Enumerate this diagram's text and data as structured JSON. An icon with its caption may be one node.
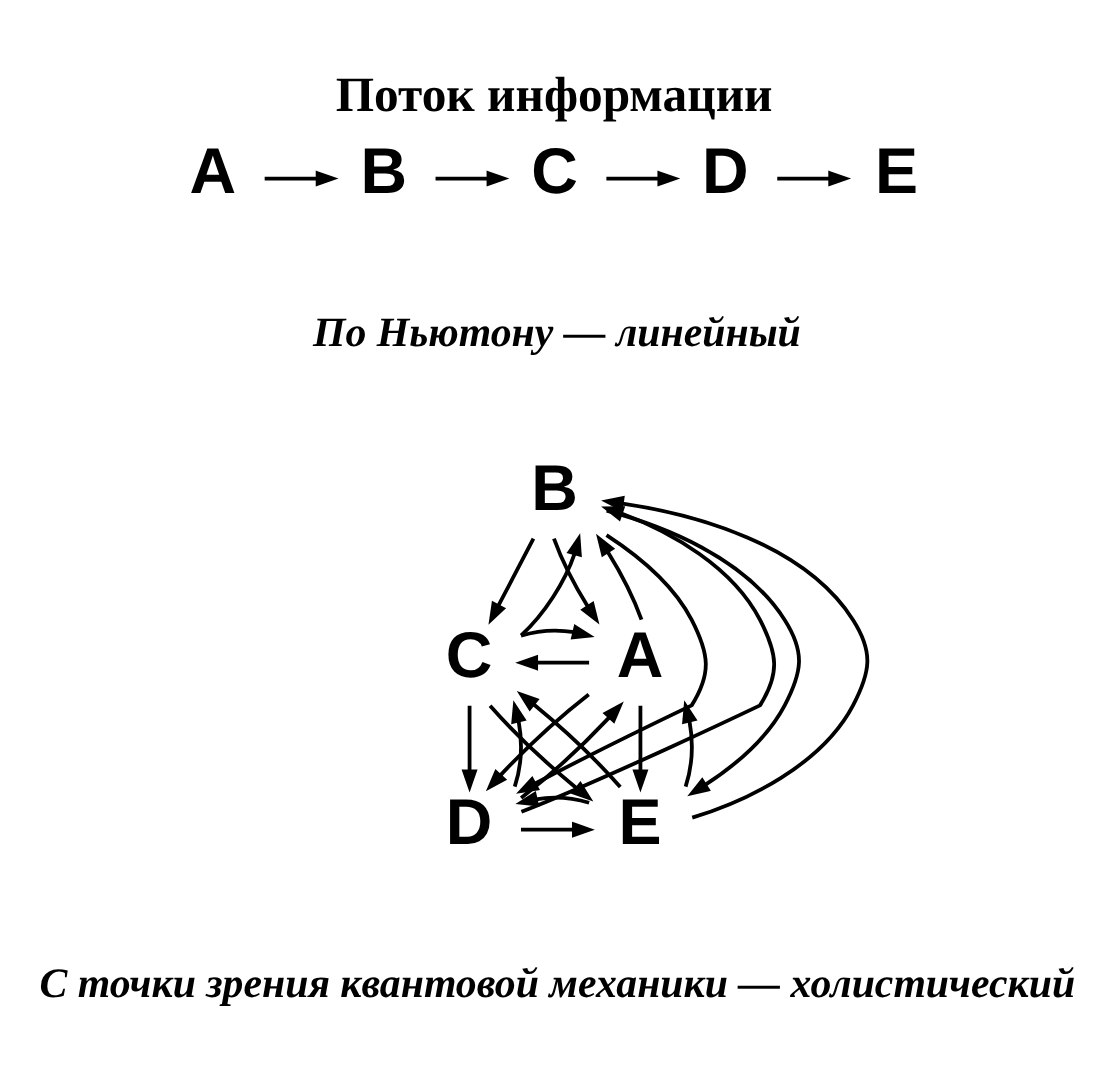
{
  "diagram": {
    "title": "Поток информации",
    "nodes": [
      {
        "text": [
          "A"
        ]
      },
      {
        "text": [
          "B"
        ]
      },
      {
        "text": [
          "C"
        ]
      },
      {
        "text": [
          "D"
        ]
      },
      {
        "text": [
          "E"
        ]
      },
      {
        "text": [
          "A"
        ]
      },
      {
        "text": [
          "B"
        ]
      },
      {
        "text": [
          "C"
        ]
      },
      {
        "text": [
          "D"
        ]
      },
      {
        "text": [
          "E"
        ]
      }
    ],
    "edges": [
      {
        "from": 0,
        "to": 1,
        "arrow": "to"
      },
      {
        "from": 1,
        "to": 2,
        "arrow": "to"
      },
      {
        "from": 2,
        "to": 3,
        "arrow": "to"
      },
      {
        "from": 3,
        "to": 4,
        "arrow": "to"
      },
      {
        "from": 5,
        "to": 6,
        "arrow": "to"
      },
      {
        "from": 6,
        "to": 5,
        "arrow": "to"
      },
      {
        "from": 5,
        "to": 7,
        "arrow": "to"
      },
      {
        "from": 7,
        "to": 5,
        "arrow": "to"
      },
      {
        "from": 5,
        "to": 8,
        "arrow": "to"
      },
      {
        "from": 8,
        "to": 5,
        "arrow": "to"
      },
      {
        "from": 5,
        "to": 9,
        "arrow": "to"
      },
      {
        "from": 9,
        "to": 5,
        "arrow": "to"
      },
      {
        "from": 6,
        "to": 7,
        "arrow": "to"
      },
      {
        "from": 7,
        "to": 6,
        "arrow": "to"
      },
      {
        "from": 6,
        "to": 8,
        "arrow": "to"
      },
      {
        "from": 8,
        "to": 6,
        "arrow": "to"
      },
      {
        "from": 6,
        "to": 9,
        "arrow": "to"
      },
      {
        "from": 9,
        "to": 6,
        "arrow": "to"
      },
      {
        "from": 7,
        "to": 8,
        "arrow": "to"
      },
      {
        "from": 8,
        "to": 7,
        "arrow": "to"
      },
      {
        "from": 7,
        "to": 9,
        "arrow": "to"
      },
      {
        "from": 9,
        "to": 7,
        "arrow": "to"
      },
      {
        "from": 8,
        "to": 9,
        "arrow": "to"
      },
      {
        "from": 9,
        "to": 8,
        "arrow": "to"
      }
    ],
    "labels": [
      "По Ньютону — линейный",
      "С точки зрения квантовой механики — холистический"
    ]
  }
}
